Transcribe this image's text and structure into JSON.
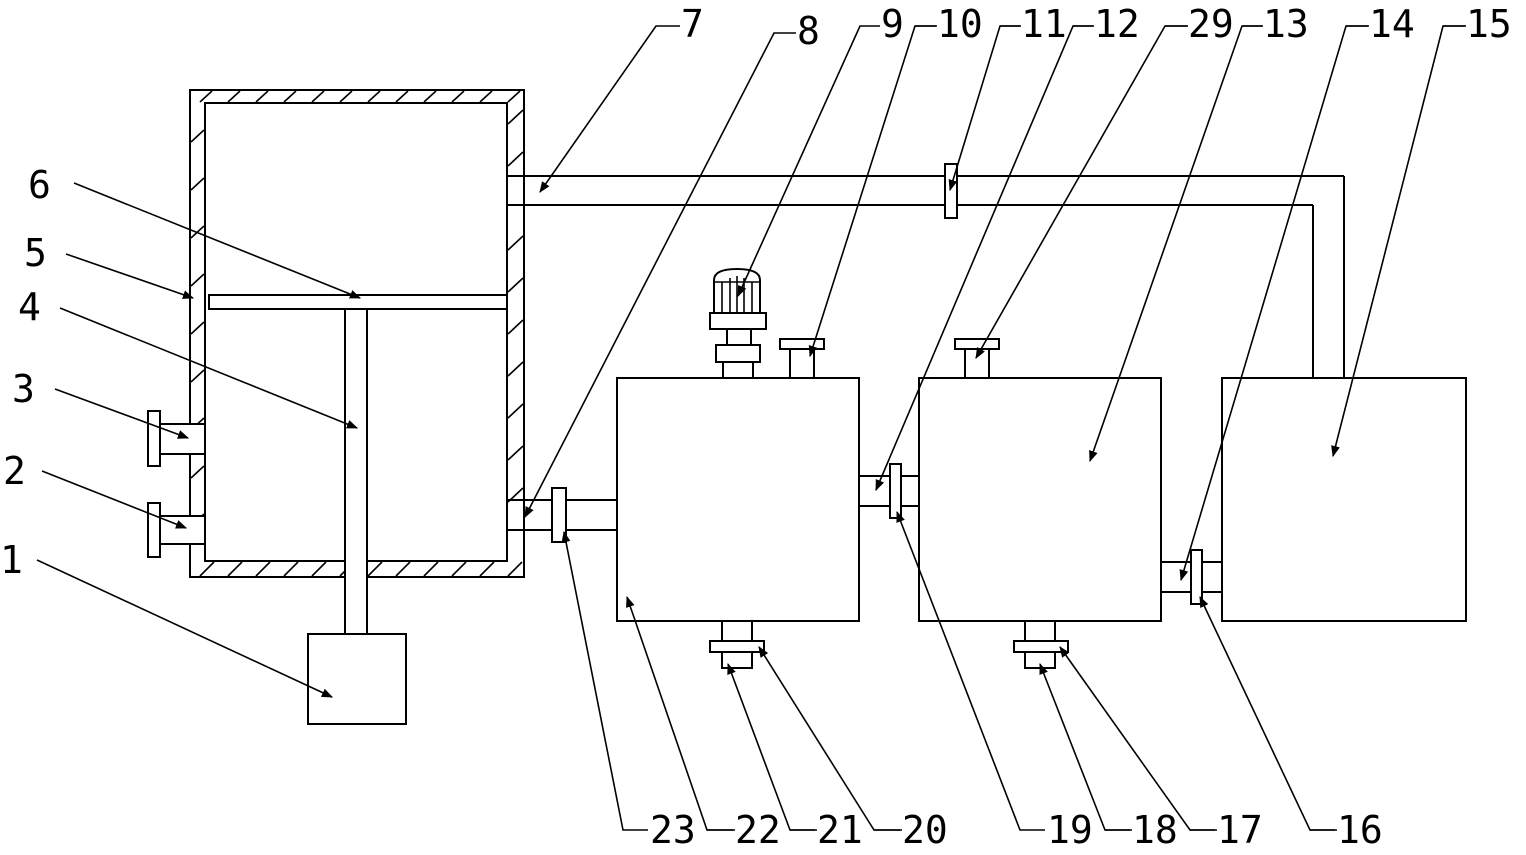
{
  "labels": {
    "n1": "1",
    "n2": "2",
    "n3": "3",
    "n4": "4",
    "n5": "5",
    "n6": "6",
    "n7": "7",
    "n8": "8",
    "n9": "9",
    "n10": "10",
    "n11": "11",
    "n12": "12",
    "n29": "29",
    "n13": "13",
    "n14": "14",
    "n15": "15",
    "n16": "16",
    "n17": "17",
    "n18": "18",
    "n19": "19",
    "n20": "20",
    "n21": "21",
    "n22": "22",
    "n23": "23"
  }
}
